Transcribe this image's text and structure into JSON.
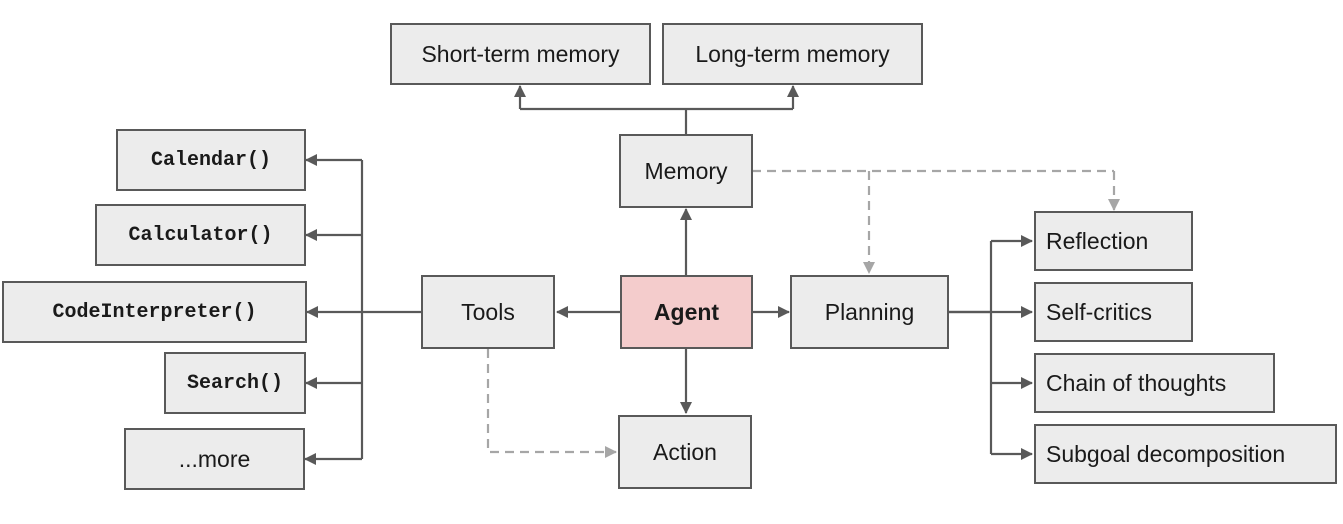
{
  "nodes": {
    "agent": "Agent",
    "memory": "Memory",
    "short_term_memory": "Short-term memory",
    "long_term_memory": "Long-term memory",
    "tools": "Tools",
    "action": "Action",
    "planning": "Planning",
    "planning_items": [
      "Reflection",
      "Self-critics",
      "Chain of thoughts",
      "Subgoal decomposition"
    ],
    "tool_items": [
      "Calendar()",
      "Calculator()",
      "CodeInterpreter()",
      "Search()",
      "...more"
    ]
  },
  "colors": {
    "box_fill": "#ececec",
    "box_border": "#595959",
    "agent_fill": "#f4cccc",
    "solid_arrow": "#595959",
    "dashed_arrow": "#a6a6a6"
  }
}
